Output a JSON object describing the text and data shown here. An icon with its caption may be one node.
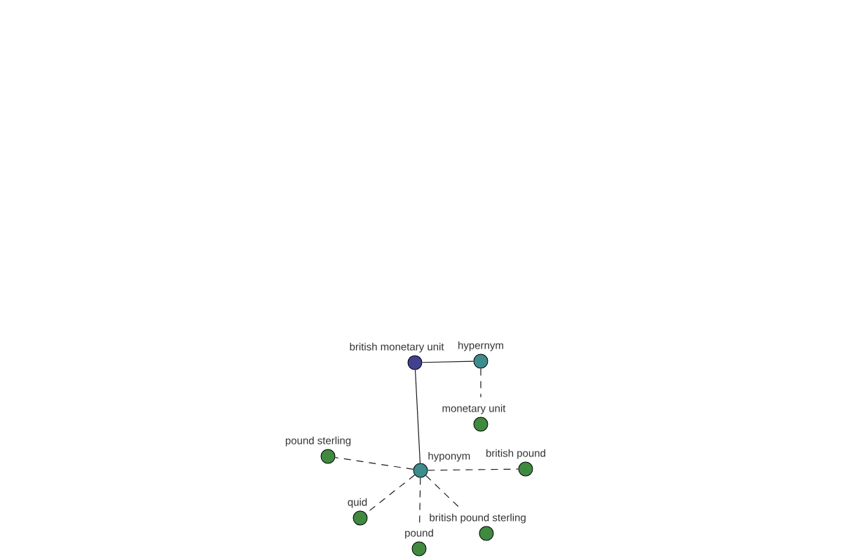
{
  "diagram": {
    "nodes": [
      {
        "text": [
          "british monetary unit"
        ]
      },
      {
        "text": [
          "hypernym"
        ]
      },
      {
        "text": [
          "monetary unit"
        ]
      },
      {
        "text": [
          "hyponym"
        ]
      },
      {
        "text": [
          "pound sterling"
        ]
      },
      {
        "text": [
          "british pound"
        ]
      },
      {
        "text": [
          "quid"
        ]
      },
      {
        "text": [
          "british pound sterling"
        ]
      },
      {
        "text": [
          "pound"
        ]
      }
    ],
    "edges": [
      {
        "from": 0,
        "to": 1,
        "arrow": "none"
      },
      {
        "from": 1,
        "to": 2,
        "arrow": "none",
        "style": "dashed"
      },
      {
        "from": 0,
        "to": 3,
        "arrow": "none"
      },
      {
        "from": 3,
        "to": 4,
        "arrow": "none",
        "style": "dashed"
      },
      {
        "from": 3,
        "to": 5,
        "arrow": "none",
        "style": "dashed"
      },
      {
        "from": 3,
        "to": 6,
        "arrow": "none",
        "style": "dashed"
      },
      {
        "from": 3,
        "to": 7,
        "arrow": "none",
        "style": "dashed"
      },
      {
        "from": 3,
        "to": 8,
        "arrow": "none",
        "style": "dashed"
      }
    ]
  }
}
